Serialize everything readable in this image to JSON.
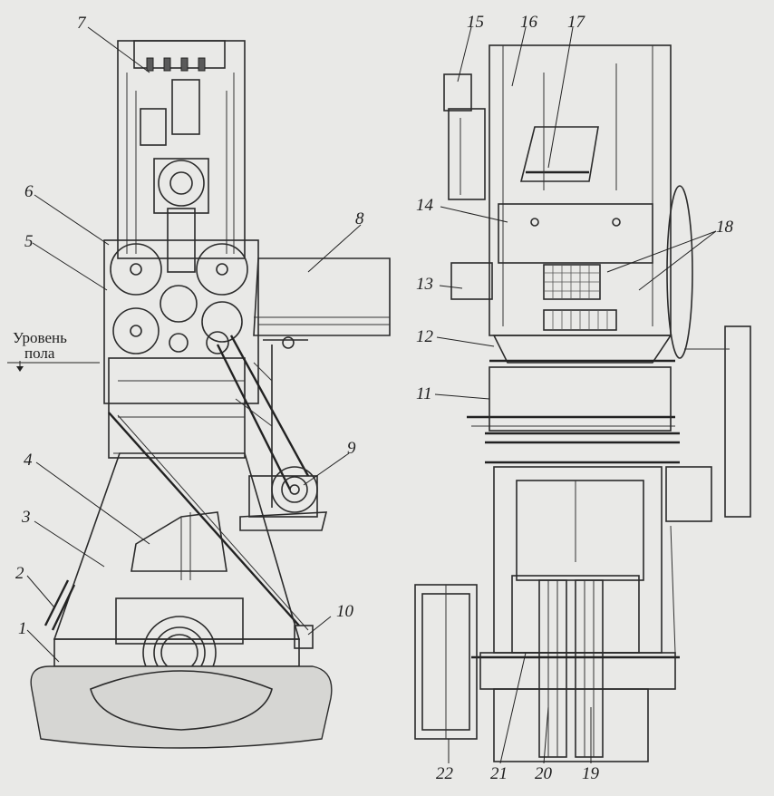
{
  "callouts": [
    "1",
    "2",
    "3",
    "4",
    "5",
    "6",
    "7",
    "8",
    "9",
    "10",
    "11",
    "12",
    "13",
    "14",
    "15",
    "16",
    "17",
    "18",
    "19",
    "20",
    "21",
    "22"
  ],
  "floor_level": {
    "line1": "Уровень",
    "line2": "пола"
  },
  "colors": {
    "paper": "#e9e9e7",
    "ink": "#2b2b2b"
  }
}
